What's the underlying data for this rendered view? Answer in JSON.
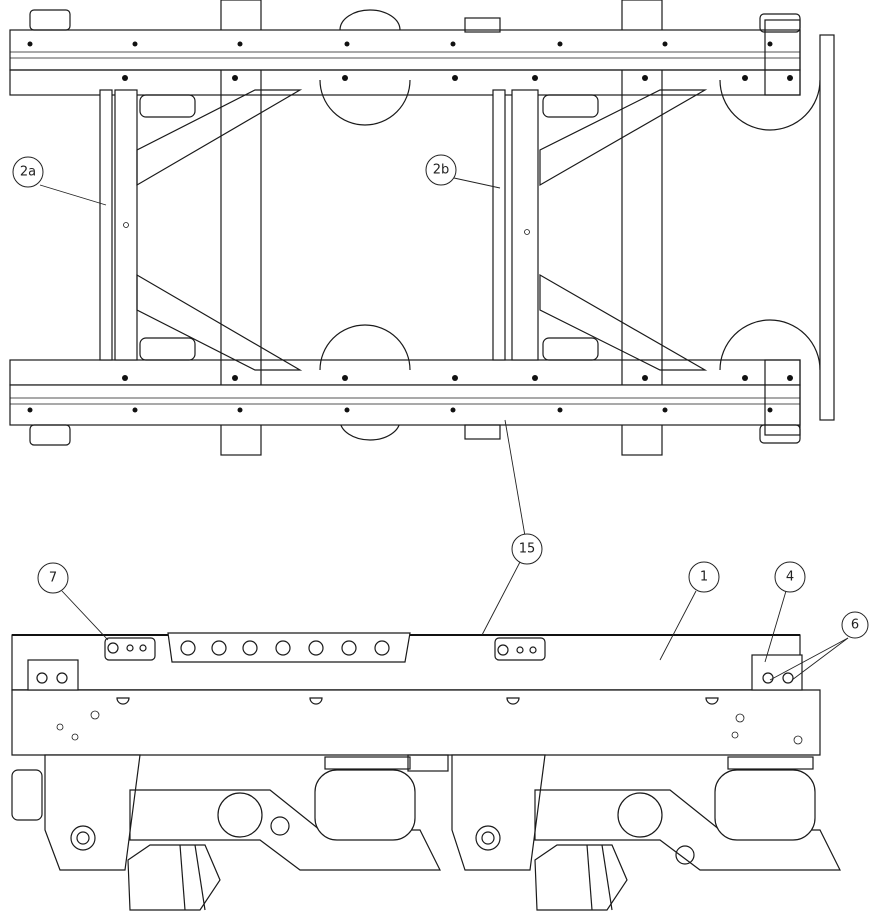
{
  "callouts": {
    "label_2a": "2a",
    "label_2b": "2b",
    "label_15": "15",
    "label_7": "7",
    "label_1": "1",
    "label_4": "4",
    "label_6": "6"
  }
}
